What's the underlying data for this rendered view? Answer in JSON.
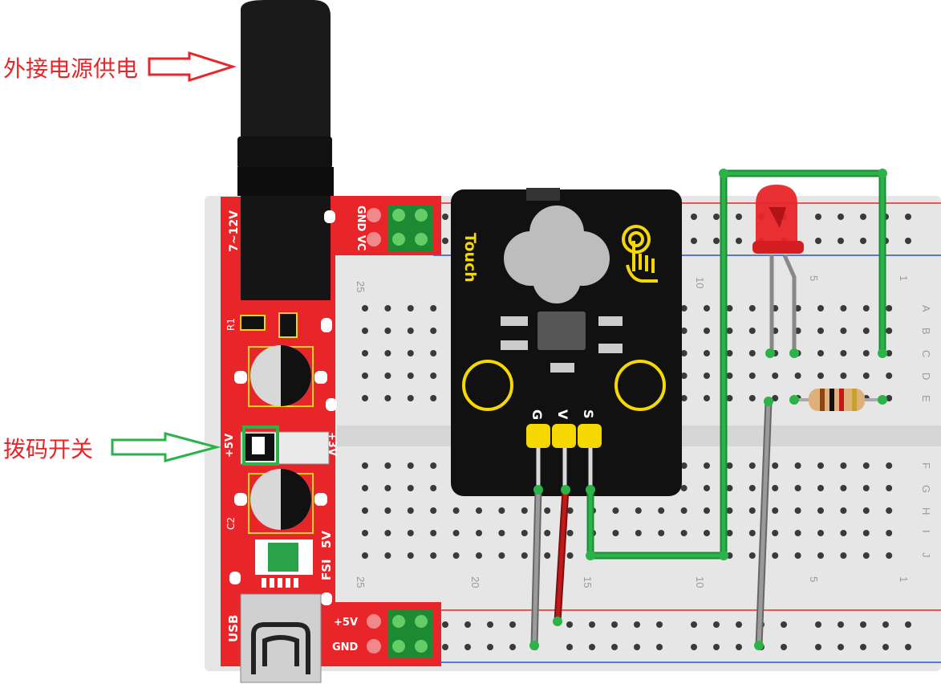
{
  "annotations": {
    "power_jack": {
      "text": "外接电源供电",
      "color": "#e8262a"
    },
    "dip_switch": {
      "text": "拨码开关",
      "color": "#e8262a",
      "arrow_color": "#2bb34a"
    }
  },
  "power_module": {
    "jack_label": "7~12V",
    "header_label": "GND VC",
    "r1_label": "R1",
    "c2_label": "C2",
    "switch_left": "+5V",
    "switch_right": "+3V",
    "fsi_label": "FSI",
    "v5_label": "5V",
    "usb_label": "USB",
    "out_5v": "+5V",
    "out_gnd": "GND",
    "board_color": "#e8262a"
  },
  "sensor": {
    "title": "Touch",
    "pin_g": "G",
    "pin_v": "V",
    "pin_s": "S",
    "board_color": "#111111",
    "accent_color": "#f5d800"
  },
  "breadboard": {
    "top_numbers": [
      "25",
      "10",
      "5",
      "1"
    ],
    "bottom_numbers": [
      "25",
      "20",
      "15",
      "10",
      "5",
      "1"
    ],
    "row_letters_top": [
      "A",
      "B",
      "C",
      "D",
      "E"
    ],
    "row_letters_bottom": [
      "F",
      "G",
      "H",
      "I",
      "J"
    ]
  },
  "wires": {
    "green": "#2bb34a",
    "red": "#c0191b",
    "gray": "#8a8a8a"
  },
  "led": {
    "color": "#e8262a"
  }
}
